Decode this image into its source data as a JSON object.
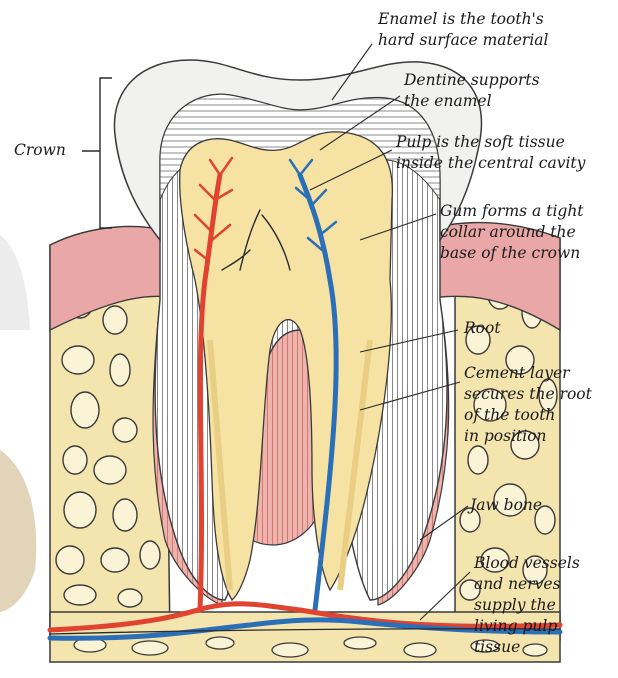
{
  "labels": {
    "crown": "Crown",
    "enamel": "Enamel is the tooth's\nhard surface material",
    "dentine": "Dentine supports\nthe enamel",
    "pulp": "Pulp is the soft tissue\ninside the central cavity",
    "gum": "Gum forms a tight\ncollar around the\nbase of the crown",
    "root": "Root",
    "cement": "Cement layer\nsecures the root\nof the tooth\nin position",
    "jaw_bone": "Jaw bone",
    "blood_vessels": "Blood vessels\nand nerves\nsupply the\nliving pulp\ntissue"
  },
  "colors": {
    "enamel": "#f1f1f0",
    "dentine": "#ffffff",
    "pulp": "#f6e3a4",
    "gum": "#e9a7a8",
    "bone": "#f4e4ae",
    "artery": "#e0432f",
    "vein": "#2b6fb8"
  }
}
